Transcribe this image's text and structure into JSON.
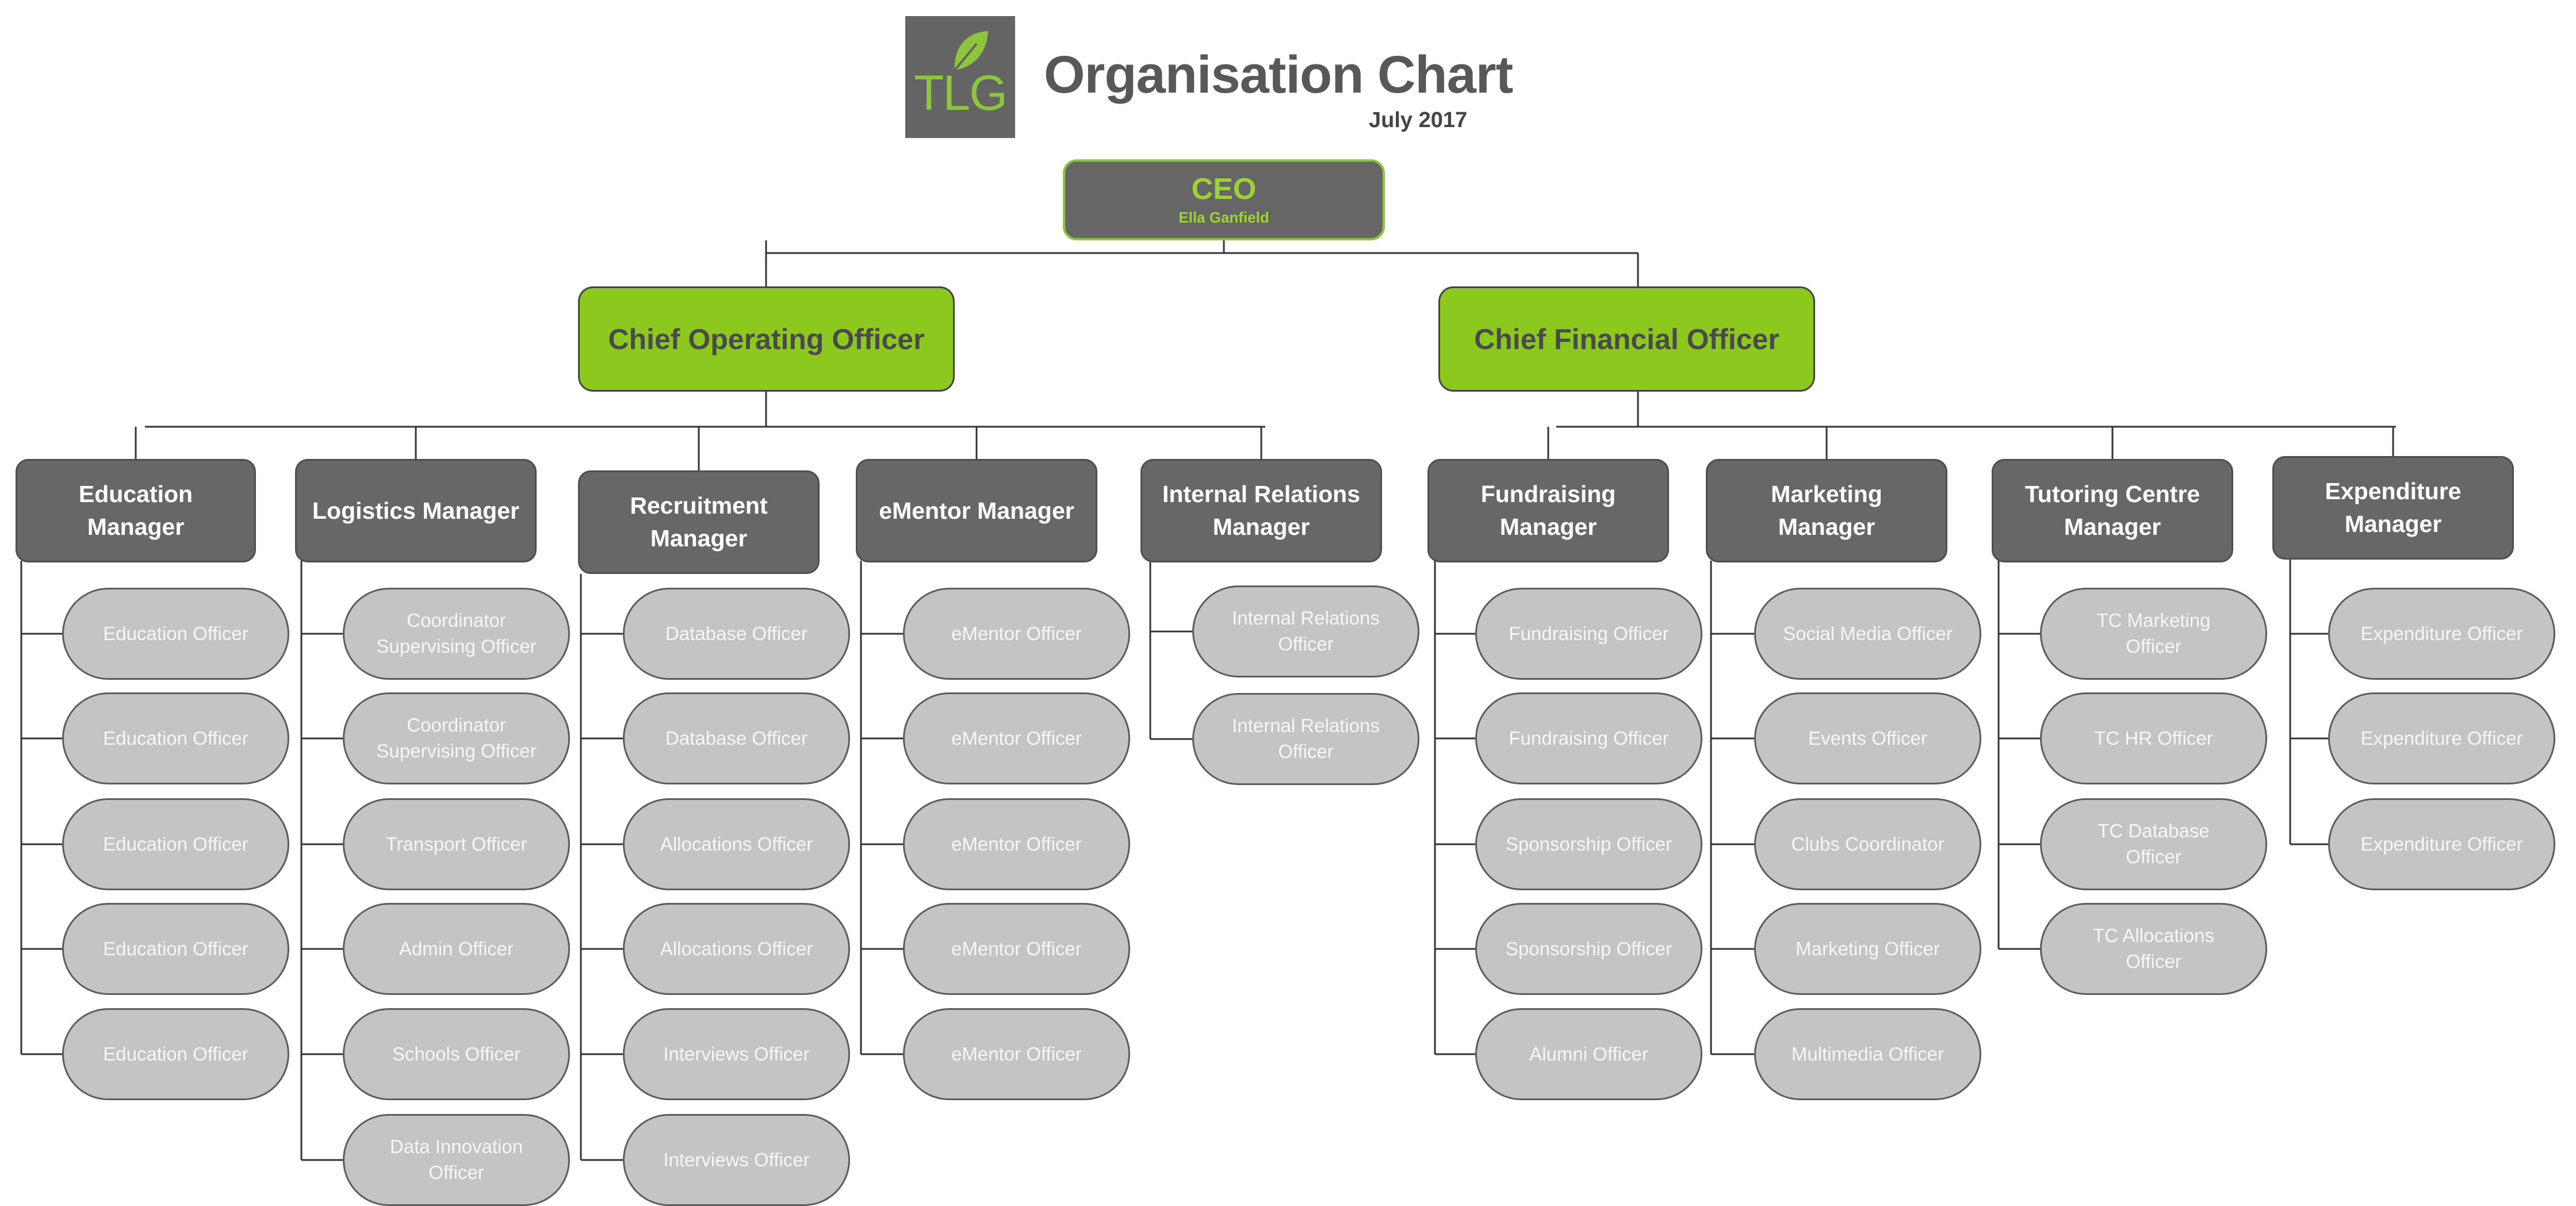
{
  "header": {
    "logo_text": "TLG",
    "title": "Organisation Chart",
    "date": "July 2017"
  },
  "ceo": {
    "title": "CEO",
    "name": "Ella Ganfield"
  },
  "chiefs": {
    "coo": "Chief Operating Officer",
    "cfo": "Chief Financial Officer"
  },
  "departments": [
    {
      "manager": "Education\nManager",
      "officers": [
        "Education Officer",
        "Education Officer",
        "Education Officer",
        "Education Officer",
        "Education Officer"
      ]
    },
    {
      "manager": "Logistics Manager",
      "officers": [
        "Coordinator\nSupervising Officer",
        "Coordinator\nSupervising Officer",
        "Transport Officer",
        "Admin Officer",
        "Schools Officer",
        "Data Innovation\nOfficer"
      ]
    },
    {
      "manager": "Recruitment\nManager",
      "officers": [
        "Database Officer",
        "Database Officer",
        "Allocations Officer",
        "Allocations Officer",
        "Interviews Officer",
        "Interviews Officer"
      ]
    },
    {
      "manager": "eMentor Manager",
      "officers": [
        "eMentor Officer",
        "eMentor Officer",
        "eMentor Officer",
        "eMentor Officer",
        "eMentor Officer"
      ]
    },
    {
      "manager": "Internal Relations\nManager",
      "officers": [
        "Internal Relations\nOfficer",
        "Internal Relations\nOfficer"
      ]
    },
    {
      "manager": "Fundraising\nManager",
      "officers": [
        "Fundraising Officer",
        "Fundraising Officer",
        "Sponsorship Officer",
        "Sponsorship Officer",
        "Alumni Officer"
      ]
    },
    {
      "manager": "Marketing\nManager",
      "officers": [
        "Social Media Officer",
        "Events Officer",
        "Clubs Coordinator",
        "Marketing Officer",
        "Multimedia Officer"
      ]
    },
    {
      "manager": "Tutoring Centre\nManager",
      "officers": [
        "TC Marketing\nOfficer",
        "TC HR Officer",
        "TC Database\nOfficer",
        "TC  Allocations\nOfficer"
      ]
    },
    {
      "manager": "Expenditure\nManager",
      "officers": [
        "Expenditure Officer",
        "Expenditure Officer",
        "Expenditure Officer"
      ]
    }
  ],
  "colors": {
    "accent_green": "#8cc81e",
    "manager_grey": "#676767",
    "officer_grey": "#c4c4c4",
    "line": "#333333"
  }
}
